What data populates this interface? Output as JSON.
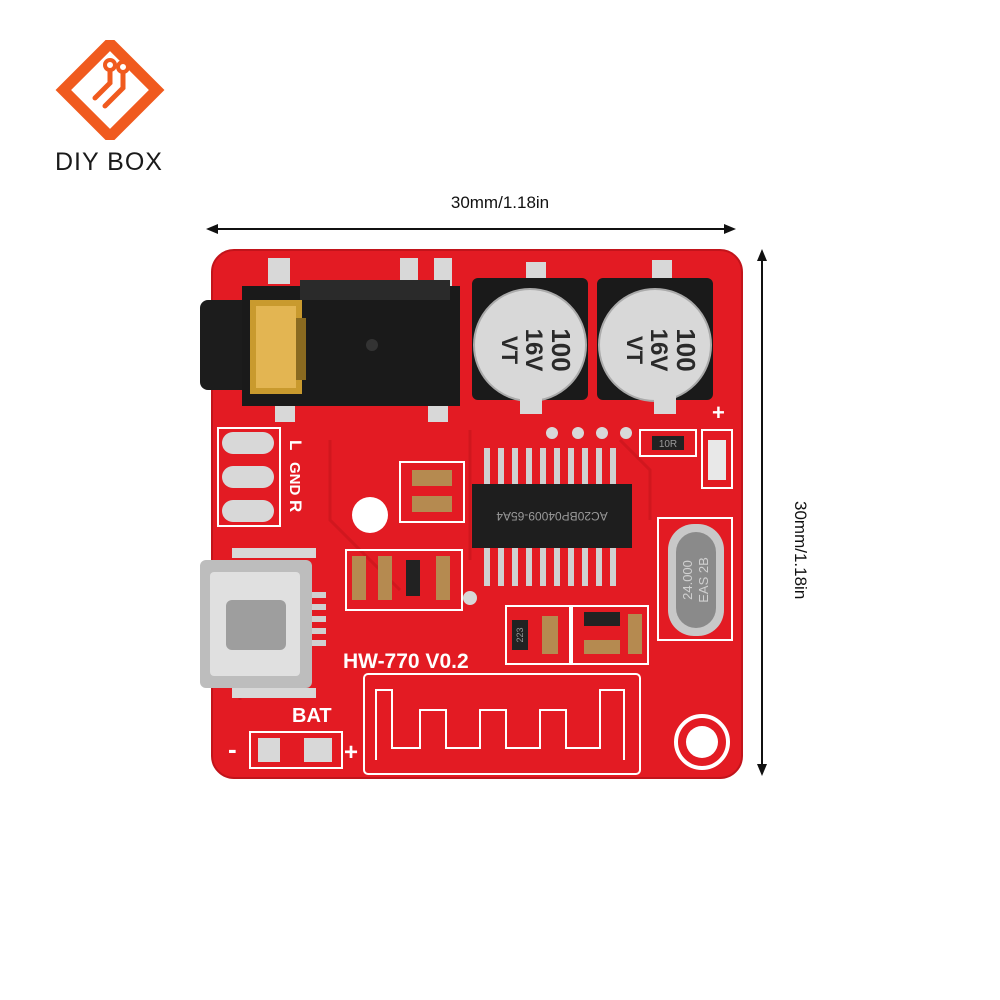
{
  "brand": {
    "name": "DIY BOX",
    "accent": "#f05a1e"
  },
  "dimensions": {
    "width_label": "30mm/1.18in",
    "height_label": "30mm/1.18in"
  },
  "board": {
    "color": "#e31b23",
    "model": "HW-770 V0.2",
    "bat_label": "BAT",
    "minus_label": "-",
    "plus_label": "+",
    "plus_top_label": "+",
    "pin_labels": {
      "l": "L",
      "gnd": "GND",
      "r": "R"
    },
    "cap_left": {
      "value": "100",
      "voltage": "16V",
      "type": "VT"
    },
    "cap_right": {
      "value": "100",
      "voltage": "16V",
      "type": "VT"
    },
    "chip_label": "AC20BP04009-65A4",
    "crystal": {
      "freq": "24.000",
      "code": "EAS 2B"
    },
    "resistor_top": "10R",
    "resistor_mid": "223"
  }
}
